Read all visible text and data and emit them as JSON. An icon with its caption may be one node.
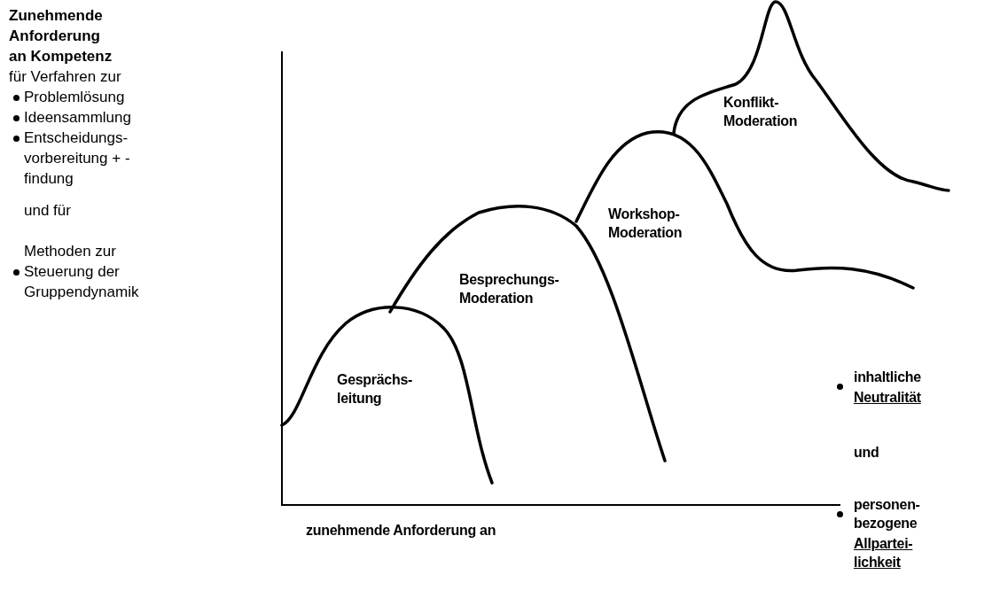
{
  "diagram": {
    "labels": [
      "Zunehmende Anforderung an Kompetenz",
      "für Verfahren zur",
      "Problemlösung",
      "Ideensammlung",
      "Entscheidungs- vorbereitung + -findung",
      "und für",
      "Methoden zur",
      "Steuerung der Gruppendynamik",
      "Konflikt- Moderation",
      "Workshop- Moderation",
      "Besprechungs- Moderation",
      "Gesprächs- leitung",
      "inhaltliche",
      "Neutralität",
      "und",
      "personen- bezogene",
      "Allpartei- lichkeit",
      "zunehmende Anforderung an"
    ]
  }
}
